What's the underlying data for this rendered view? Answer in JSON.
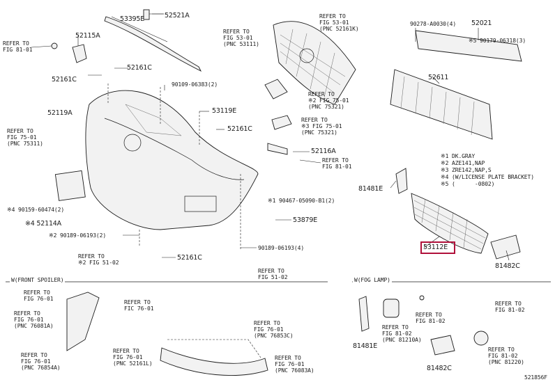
{
  "labels": {
    "p53395e": "53395E",
    "p52521a": "52521A",
    "p52115a": "52115A",
    "ref_fig8101_a": "REFER TO\nFIG 81-01",
    "p52161c_a": "52161C",
    "p52161c_b": "52161C",
    "p90109": "90109-06383(2)",
    "p52119a": "52119A",
    "p53119e": "53119E",
    "p52161c_c": "52161C",
    "ref_fig7501_a": "REFER TO\nFIG 75-01\n(PNC 75311)",
    "ref_fig5301": "REFER TO\nFIG 53-01\n(PNC 53111)",
    "ref_fig5301_b": "REFER TO\nFIG 53-01\n(PNC 52161K)",
    "ref_fig7501_b": "REFER TO\n※2 FIG 75-01\n(PNC 75321)",
    "ref_fig7501_c": "REFER TO\n※3 FIG 75-01\n(PNC 75321)",
    "p52116a": "52116A",
    "ref_fig8101_b": "REFER TO\nFIG 81-01",
    "p90159": "※4 90159-60474(2)",
    "p52114a": "※4 52114A",
    "p90467": "※1 90467-05090-B1(2)",
    "p53879e": "53879E",
    "p90189_a": "※2 90189-06193(2)",
    "p90189_b": "90189-06193(4)",
    "ref_fig5102_a": "REFER TO\n※2 FIG 51-02",
    "p52161c_d": "52161C",
    "ref_fig5102_b": "REFER TO\nFIG 51-02",
    "p90278": "90278-A0030(4)",
    "p52021": "52021",
    "p90179": "※5 90179-06318(3)",
    "p52611": "52611",
    "p81481e_a": "81481E",
    "p53112e": "53112E",
    "p81482c_a": "81482C",
    "legend": "※1 DK.GRAY\n※2 AZE141,NAP\n※3 ZRE142,NAP,S\n※4 (W/LICENSE PLATE BRACKET)\n※5 (      -0802)",
    "sec_spoiler": "W(FRONT SPOILER)",
    "sec_fog": "W(FOG LAMP)",
    "ref_7601_a": "REFER TO\nFIG 76-01",
    "ref_7601_b": "REFER TO\nFIG 76-01\n(PNC 76081A)",
    "ref_7601_c": "REFER TO\nFIC 76-01",
    "ref_7601_d": "REFER TO\nFIG 76-01\n(PNC 76853C)",
    "ref_7601_e": "REFER TO\nFIG 76-01\n(PNC 52161L)",
    "ref_7601_f": "REFER TO\nFIG 76-01\n(PNC 76854A)",
    "ref_7601_g": "REFER TO\nFIG 76-01\n(PNC 76083A)",
    "p81481e_b": "81481E",
    "ref_8102_a": "REFER TO\nFIG 81-02\n(PNC 81210A)",
    "ref_8102_b": "REFER TO\nFIG 81-02",
    "ref_8102_c": "REFER TO\nFIG 81-02",
    "ref_8102_d": "REFER TO\nFIG 81-02\n(PNC 81220)",
    "p81482c_b": "81482C",
    "diagram_id": "521856F"
  },
  "colors": {
    "highlight": "#b0103a",
    "line": "#1a1a1a"
  }
}
